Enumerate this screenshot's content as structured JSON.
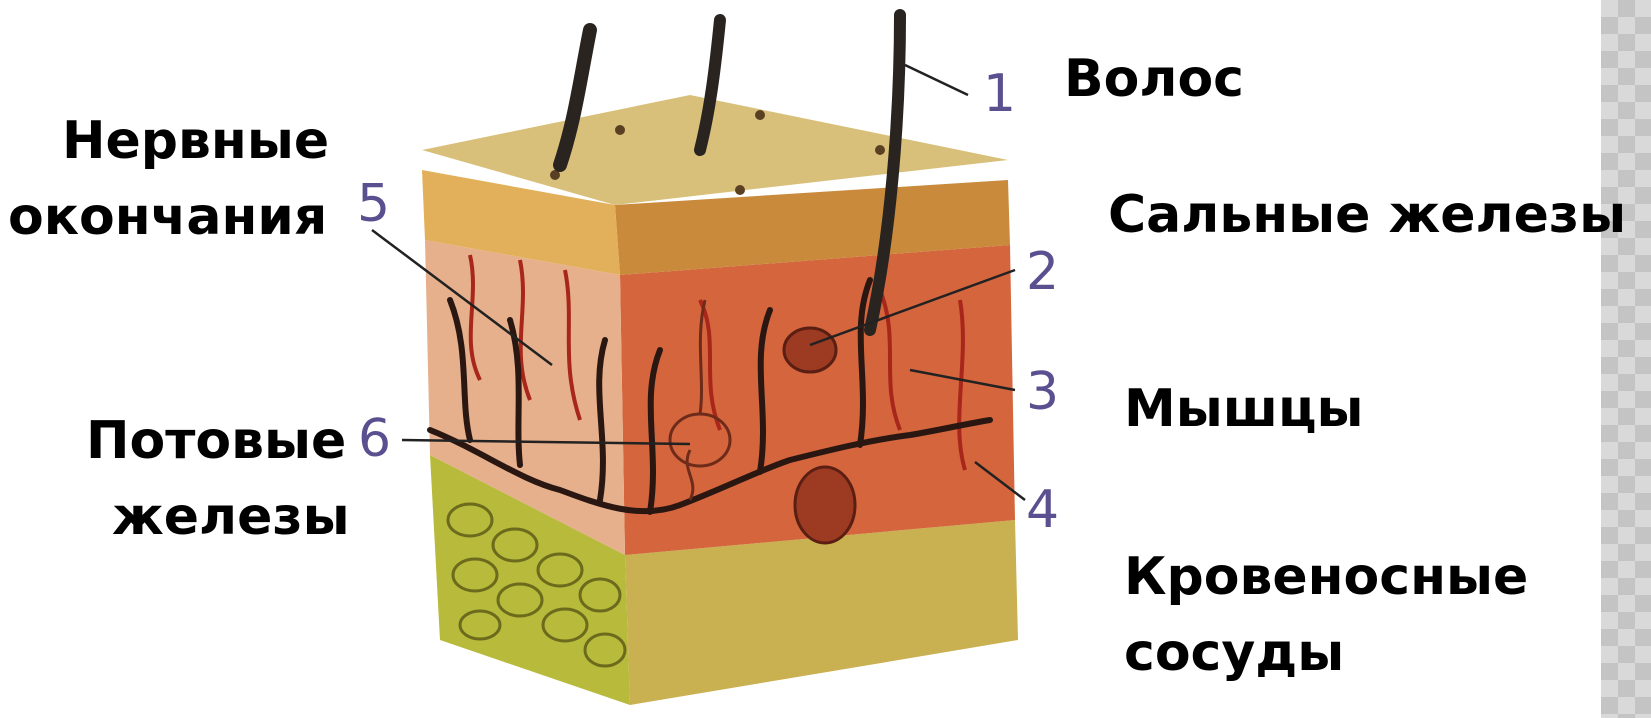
{
  "labels": {
    "hair": "Волос",
    "sebaceous": "Сальные железы",
    "muscles": "Мышцы",
    "vessels_1": "Кровеносные",
    "vessels_2": "сосуды",
    "nerves_1": "Нервные",
    "nerves_2": "окончания",
    "sweat_1": "Потовые",
    "sweat_2": "железы"
  },
  "numbers": {
    "n1": "1",
    "n2": "2",
    "n3": "3",
    "n4": "4",
    "n5": "5",
    "n6": "6"
  },
  "colors": {
    "accent_numbers": "#5a4f8f",
    "label_text": "#000000",
    "epidermis": "#d9c07a",
    "dermis": "#d8623a",
    "fat": "#b5b83a",
    "hair": "#2a2420"
  }
}
